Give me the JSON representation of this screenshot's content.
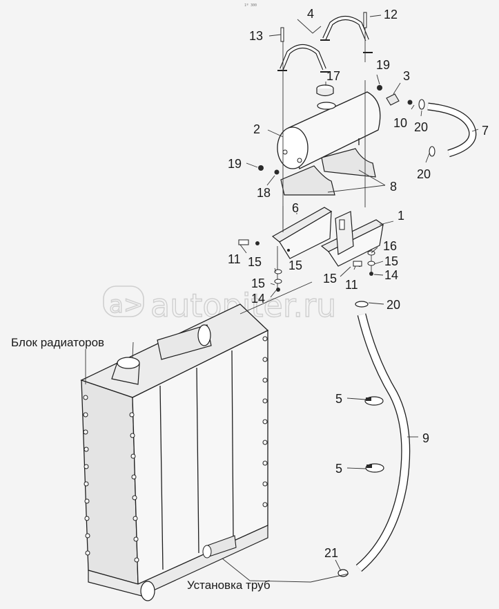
{
  "header": {
    "tiny_mark": "1º 300"
  },
  "watermark": {
    "brand_text": "autopiter.ru",
    "logo_glyph": "a>"
  },
  "captions": {
    "radiator_block": "Блок радиаторов",
    "pipe_installation": "Установка труб"
  },
  "callouts": {
    "n1": "1",
    "n2": "2",
    "n3": "3",
    "n4": "4",
    "n5a": "5",
    "n5b": "5",
    "n6": "6",
    "n7": "7",
    "n8": "8",
    "n9": "9",
    "n10": "10",
    "n11a": "11",
    "n11b": "11",
    "n12": "12",
    "n13": "13",
    "n14a": "14",
    "n14b": "14",
    "n15a": "15",
    "n15b": "15",
    "n15c": "15",
    "n15d": "15",
    "n15e": "15",
    "n16": "16",
    "n17": "17",
    "n18": "18",
    "n19a": "19",
    "n19b": "19",
    "n20a": "20",
    "n20b": "20",
    "n20c": "20",
    "n21": "21"
  },
  "colors": {
    "background": "#f4f4f4",
    "line": "#1e1e1e",
    "part_fill": "#ffffff",
    "shade": "#e2e2e2",
    "watermark": "#cfcfcf"
  }
}
